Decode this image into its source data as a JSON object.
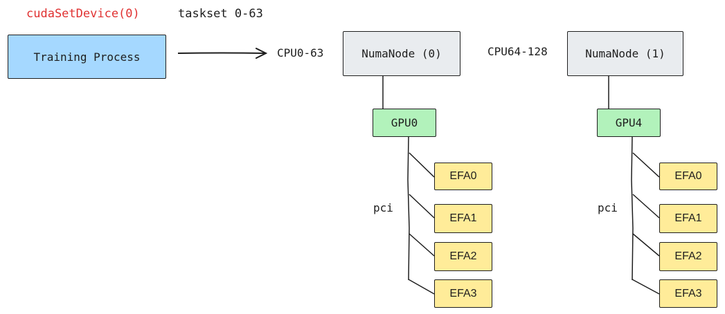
{
  "header": {
    "cuda_call": "cudaSetDevice(0)",
    "taskset": "taskset 0-63"
  },
  "process": {
    "label": "Training Process"
  },
  "cpu_ranges": [
    "CPU0-63",
    "CPU64-128"
  ],
  "numa_nodes": [
    {
      "label": "NumaNode (0)",
      "gpu": "GPU0",
      "bus_label": "pci",
      "efas": [
        "EFA0",
        "EFA1",
        "EFA2",
        "EFA3"
      ]
    },
    {
      "label": "NumaNode (1)",
      "gpu": "GPU4",
      "bus_label": "pci",
      "efas": [
        "EFA0",
        "EFA1",
        "EFA2",
        "EFA3"
      ]
    }
  ],
  "colors": {
    "cuda_call": "#e03131",
    "process_fill": "#a5d8ff",
    "numa_fill": "#e9ecef",
    "gpu_fill": "#b2f2bb",
    "efa_fill": "#ffec99",
    "stroke": "#1e1e1e"
  }
}
